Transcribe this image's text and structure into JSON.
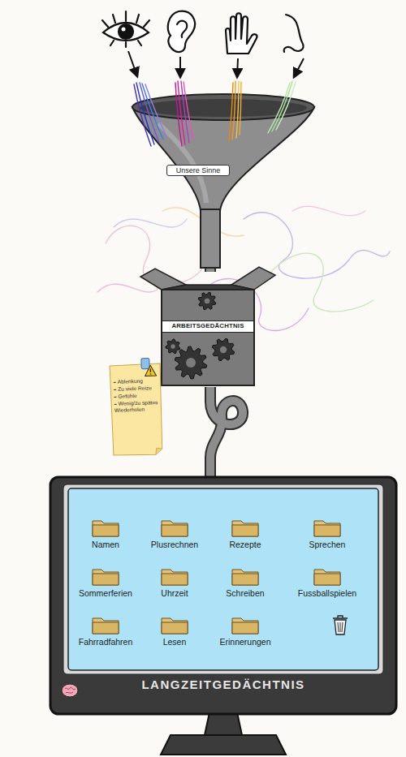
{
  "diagram": {
    "nodes": [
      {
        "text": [
          "Unsere Sinne"
        ]
      },
      {
        "text": [
          "ARBEITSGEDÄCHTNIS"
        ]
      },
      {
        "text": [
          "Ablenkung",
          "Zu viele Reize",
          "Gefühle",
          "Wenig/zu spätes Wiederholen"
        ]
      },
      {
        "text": [
          "LANGZEITGEDÄCHTNIS"
        ]
      },
      {
        "text": [
          "Namen"
        ],
        "in": 3
      },
      {
        "text": [
          "Plusrechnen"
        ],
        "in": 3
      },
      {
        "text": [
          "Rezepte"
        ],
        "in": 3
      },
      {
        "text": [
          "Sprechen"
        ],
        "in": 3
      },
      {
        "text": [
          "Sommerferien"
        ],
        "in": 3
      },
      {
        "text": [
          "Uhrzeit"
        ],
        "in": 3
      },
      {
        "text": [
          "Schreiben"
        ],
        "in": 3
      },
      {
        "text": [
          "Fussballspielen"
        ],
        "in": 3
      },
      {
        "text": [
          "Fahrradfahren"
        ],
        "in": 3
      },
      {
        "text": [
          "Lesen"
        ],
        "in": 3
      },
      {
        "text": [
          "Erinnerungen"
        ],
        "in": 3
      }
    ],
    "edges": [
      {
        "from": 0,
        "to": 1,
        "arrow": "none"
      },
      {
        "from": 1,
        "to": 3,
        "arrow": "none"
      }
    ]
  }
}
